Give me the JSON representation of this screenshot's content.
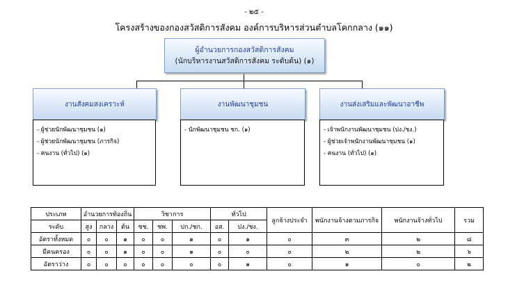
{
  "page_number": "- ๒๕ -",
  "title": "โครงสร้างของกองสวัสดิการสังคม องค์การบริหารส่วนตำบลโคกกลาง (๑๑)",
  "head": {
    "title": "ผู้อำนวยการกองสวัสดิการสังคม",
    "subtitle": "(นักบริหารงานสวัสดิการสังคม ระดับต้น) (๑)"
  },
  "units": [
    {
      "name": "งานสังคมสงเคราะห์",
      "positions": [
        "- ผู้ช่วยนักพัฒนาชุมชน (๑)",
        "- ผู้ช่วยนักพัฒนาชุมชน (ภารกิจ)",
        "- คนงาน (ทั่วไป) (๑)"
      ]
    },
    {
      "name": "งานพัฒนาชุมชน",
      "positions": [
        "- นักพัฒนาชุมชน ชก. (๑)"
      ]
    },
    {
      "name": "งานส่งเสริมและพัฒนาอาชีพ",
      "positions": [
        "- เจ้าพนักงานพัฒนาชุมชน (ปง./ชง.)",
        "- ผู้ช่วยเจ้าพนักงานพัฒนาชุมชน (๑)",
        "- คนงาน (ทั่วไป) (๑)"
      ]
    }
  ],
  "staff_table": {
    "type_label": "ประเภท",
    "level_label": "ระดับ",
    "group_headers": {
      "director": "อำนวยการท้องถิ่น",
      "academic": "วิชาการ",
      "general": "ทั่วไป",
      "permanent": "ลูกจ้างประจำ",
      "mission": "พนักงานจ้างตามภารกิจ",
      "general_emp": "พนักงานจ้างทั่วไป",
      "total": "รวม"
    },
    "levels": [
      "สูง",
      "กลาง",
      "ต้น",
      "ชช.",
      "ชพ.",
      "ปก./ชก.",
      "อส.",
      "ปง./ชง."
    ],
    "rows": [
      {
        "label": "อัตราทั้งหมด",
        "values": [
          "๐",
          "๐",
          "๑",
          "๐",
          "๐",
          "๑",
          "๐",
          "๑",
          "๐",
          "๓",
          "๒",
          "๘"
        ]
      },
      {
        "label": "มีคนครอง",
        "values": [
          "๐",
          "๐",
          "๑",
          "๐",
          "๐",
          "๑",
          "๐",
          "๐",
          "๐",
          "๒",
          "๒",
          "๖"
        ]
      },
      {
        "label": "อัตราว่าง",
        "values": [
          "๐",
          "๐",
          "๐",
          "๐",
          "๐",
          "๐",
          "๐",
          "๑",
          "๐",
          "๑",
          "๐",
          "๒"
        ]
      }
    ]
  }
}
